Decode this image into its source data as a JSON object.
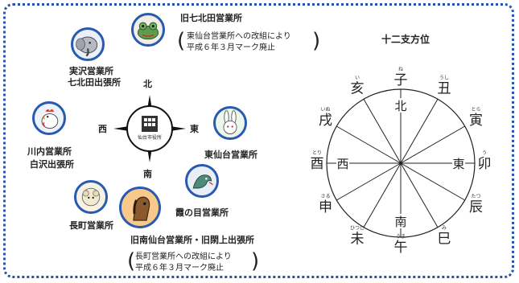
{
  "offices": {
    "jitsuzawa": {
      "line1": "実沢営業所",
      "line2": "七北田出張所"
    },
    "kyu_nanakita": {
      "name": "旧七北田営業所",
      "note1": "東仙台営業所への改組により",
      "note2": "平成６年３月マーク廃止"
    },
    "kawauchi": {
      "line1": "川内営業所",
      "line2": "白沢出張所"
    },
    "higashi_sendai": {
      "name": "東仙台営業所"
    },
    "nagamachi": {
      "name": "長町営業所"
    },
    "kasumi": {
      "name": "霞の目営業所"
    },
    "kyu_minami": {
      "name": "旧南仙台営業所・旧閖上出張所",
      "note1": "長町営業所への改組により",
      "note2": "平成６年３月マーク廃止"
    }
  },
  "compass": {
    "north": "北",
    "south": "南",
    "east": "東",
    "west": "西",
    "center_text": "仙台市役所"
  },
  "zodiac": {
    "title": "十二支方位",
    "signs": [
      {
        "kanji": "子",
        "reading": "ね",
        "angle": 0
      },
      {
        "kanji": "丑",
        "reading": "うし",
        "angle": 30
      },
      {
        "kanji": "寅",
        "reading": "とら",
        "angle": 60
      },
      {
        "kanji": "卯",
        "reading": "う",
        "angle": 90
      },
      {
        "kanji": "辰",
        "reading": "たつ",
        "angle": 120
      },
      {
        "kanji": "巳",
        "reading": "み",
        "angle": 150
      },
      {
        "kanji": "午",
        "reading": "うま",
        "angle": 180
      },
      {
        "kanji": "未",
        "reading": "ひつじ",
        "angle": 210
      },
      {
        "kanji": "申",
        "reading": "さる",
        "angle": 240
      },
      {
        "kanji": "酉",
        "reading": "とり",
        "angle": 270
      },
      {
        "kanji": "戌",
        "reading": "いぬ",
        "angle": 300
      },
      {
        "kanji": "亥",
        "reading": "い",
        "angle": 330
      }
    ],
    "inner": {
      "north": "北",
      "south": "南",
      "east": "東",
      "west": "西"
    }
  },
  "colors": {
    "frame": "#2a52a8",
    "badge_ring": "#2a5ab0"
  }
}
